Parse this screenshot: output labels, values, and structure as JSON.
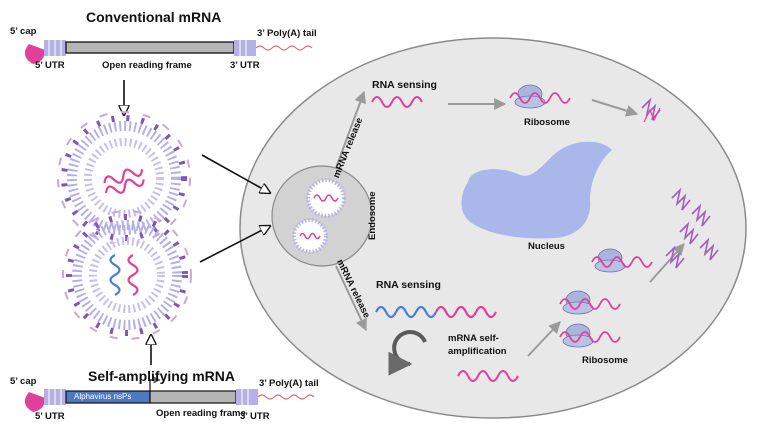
{
  "colors": {
    "cell_fill": "#e8e8e8",
    "cell_stroke": "#8a8a8a",
    "nucleus": "#a9b7ea",
    "mrna_pink": "#e0409a",
    "samrna_blue": "#4a7fd0",
    "lnp_purple": "#7b58b8",
    "utr_purple": "#b7b0e6",
    "nsps_blue": "#4d78c4",
    "ribosome": "#aab4dc",
    "protein": "#a35cc0",
    "arrow_grey": "#9a9a9a"
  },
  "conventional": {
    "title": "Conventional mRNA",
    "cap": "5’ cap",
    "utr5": "5’ UTR",
    "orf": "Open reading frame",
    "utr3": "3’ UTR",
    "polya": "3’ Poly(A) tail"
  },
  "self_amplifying": {
    "title": "Self-amplifying mRNA",
    "cap": "5’ cap",
    "utr5": "5’ UTR",
    "nsps": "Alphavirus nsPs",
    "orf": "Open reading frame",
    "utr3": "3’ UTR",
    "polya": "3’ Poly(A) tail"
  },
  "cell": {
    "endosome": "Endosome",
    "release_top": "mRNA release",
    "release_bottom": "mRNA release",
    "sensing_top": "RNA sensing",
    "sensing_bottom": "RNA sensing",
    "ribosome_top": "Ribosome",
    "ribosome_bottom": "Ribosome",
    "nucleus": "Nucleus",
    "self_amp_line1": "mRNA self-",
    "self_amp_line2": "amplification"
  },
  "icons": [
    "cap-icon",
    "lnp-icon",
    "ribosome-icon",
    "protein-icon",
    "cycle-arrow-icon"
  ]
}
